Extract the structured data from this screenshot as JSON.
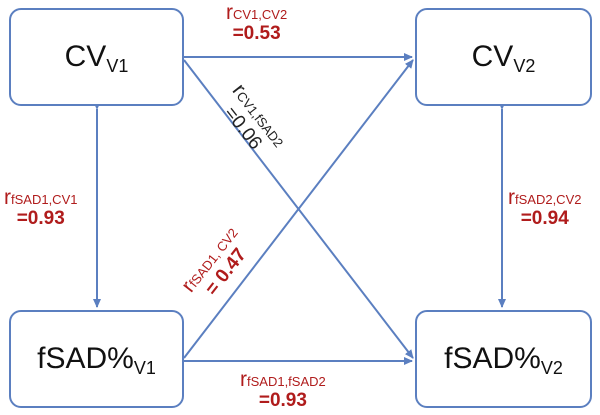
{
  "nodes": {
    "cv_v1": {
      "main": "CV",
      "sub": "V1"
    },
    "cv_v2": {
      "main": "CV",
      "sub": "V2"
    },
    "fsad_v1": {
      "main": "fSAD%",
      "sub": "V1"
    },
    "fsad_v2": {
      "main": "fSAD%",
      "sub": "V2"
    }
  },
  "edges": {
    "cv1_cv2": {
      "r": "r",
      "sub": "CV1,CV2",
      "value": "=0.53"
    },
    "cv1_fsad2": {
      "r": "r",
      "sub": "CV1,fSAD2",
      "value": "=0.06"
    },
    "fsad1_cv1": {
      "r": "r",
      "sub": "fSAD1,CV1",
      "value": "=0.93"
    },
    "fsad2_cv2": {
      "r": "r",
      "sub": "fSAD2,CV2",
      "value": "=0.94"
    },
    "fsad1_cv2": {
      "r": "r",
      "sub": "fSAD1, CV2",
      "value": "= 0.47"
    },
    "fsad1_fsad2": {
      "r": "r",
      "sub": "fSAD1,fSAD2",
      "value": "=0.93"
    }
  },
  "colors": {
    "arrow": "#5b7fc0",
    "label": "#b01c1c",
    "label_dark": "#222222"
  }
}
